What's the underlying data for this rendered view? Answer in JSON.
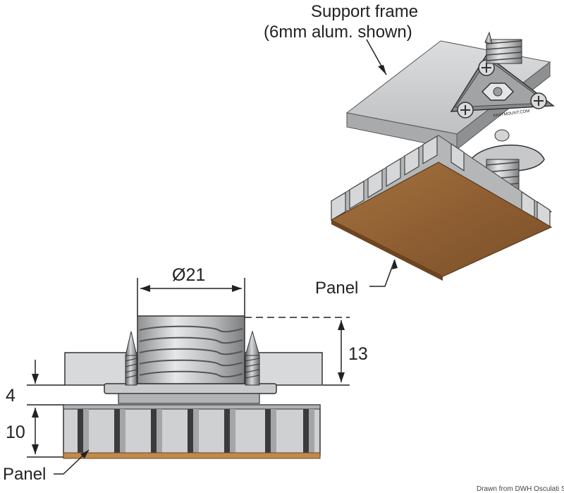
{
  "labels": {
    "support_frame_line1": "Support frame",
    "support_frame_line2": "(6mm alum. shown)",
    "panel_upper": "Panel",
    "panel_lower": "Panel",
    "diameter": "Ø21",
    "height_13": "13",
    "height_4": "4",
    "height_10": "10",
    "credit": "Drawn from DWH Osculati SpA",
    "logo_text": "FASTMOUNT.COM"
  },
  "colors": {
    "frame_top": "#c9cacc",
    "frame_side": "#9d9ea0",
    "panel_wood": "#9c6a3c",
    "panel_wood_dark": "#6d4521",
    "honeycomb": "#a7a8aa",
    "metal_light": "#e2e3e4",
    "metal_mid": "#b8b9bb",
    "metal_dark": "#6f7072",
    "line": "#222222"
  }
}
